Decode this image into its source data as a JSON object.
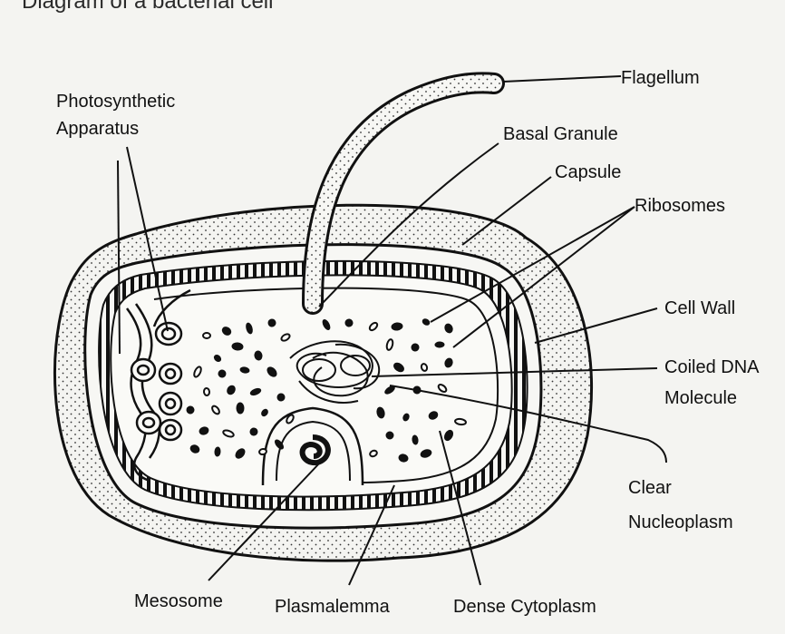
{
  "page": {
    "title": "Diagram of a bacterial cell"
  },
  "labels": {
    "flagellum": "Flagellum",
    "photosynthetic_1": "Photosynthetic",
    "photosynthetic_2": "Apparatus",
    "basal_granule": "Basal Granule",
    "capsule": "Capsule",
    "ribosomes": "Ribosomes",
    "cell_wall": "Cell Wall",
    "coiled_dna_1": "Coiled DNA",
    "coiled_dna_2": "Molecule",
    "clear_nucleoplasm_1": "Clear",
    "clear_nucleoplasm_2": "Nucleoplasm",
    "mesosome": "Mesosome",
    "plasmalemma": "Plasmalemma",
    "dense_cytoplasm": "Dense Cytoplasm"
  },
  "colors": {
    "background": "#f4f4f1",
    "ink": "#111111",
    "capsule_fill": "#f7f7f4"
  }
}
